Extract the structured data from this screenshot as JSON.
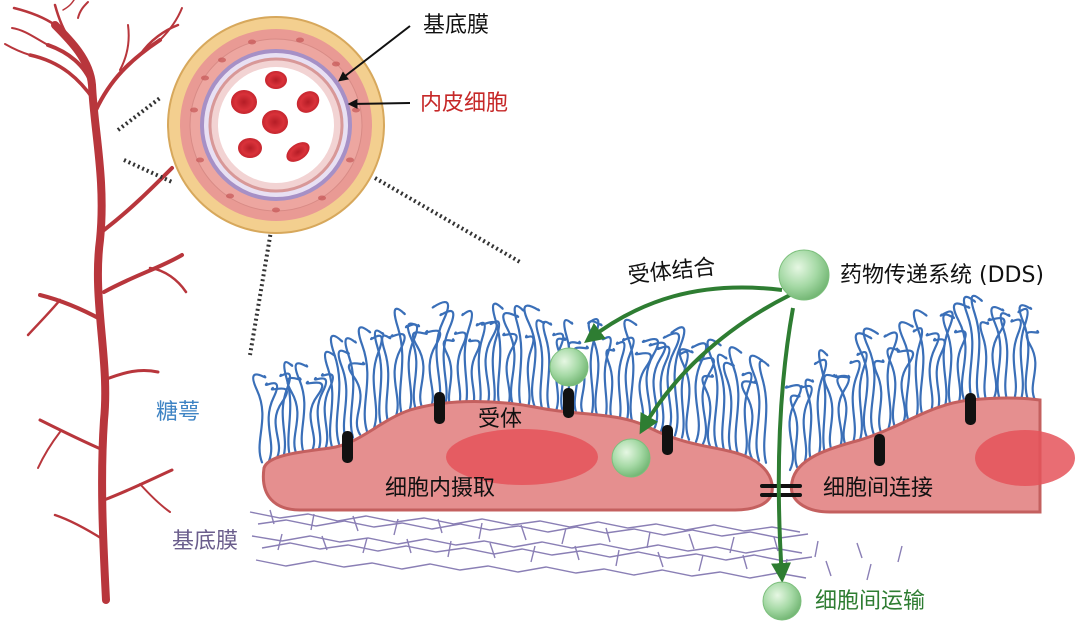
{
  "labels": {
    "basement_top": "基底膜",
    "endothelial": "内皮细胞",
    "receptor_binding": "受体结合",
    "dds": "药物传递系统 (DDS)",
    "receptor": "受体",
    "glycocalyx": "糖萼",
    "intracellular_uptake": "细胞内摄取",
    "intercellular_junction": "细胞间连接",
    "basement_bottom": "基底膜",
    "intercellular_transport": "细胞间运输"
  },
  "colors": {
    "black_label": "#111111",
    "endothelial_label": "#c62828",
    "glycocalyx_label": "#3f84c4",
    "basement_label": "#6a5d8c",
    "transport_label": "#2e7d32",
    "arrow_green": "#2e7d32",
    "vessel": "#b8363c",
    "cell_fill": "#e58f8f",
    "cell_stroke": "#c4605f",
    "nucleus": "#e5545a",
    "glycocalyx_strand": "#3a6fb8",
    "membrane_fiber": "#8a7fb5",
    "particle": "#a5d9a5"
  }
}
